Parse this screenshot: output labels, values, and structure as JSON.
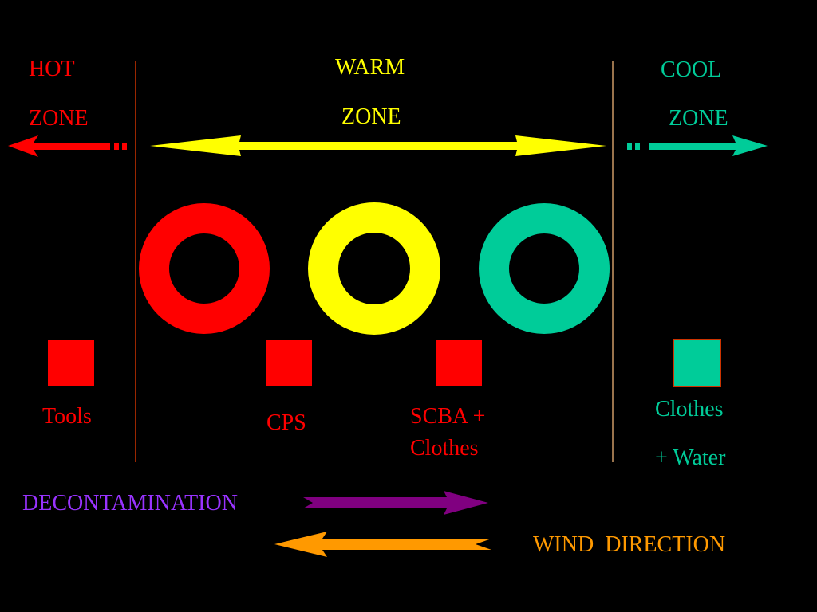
{
  "colors": {
    "background": "#000000",
    "hot": "#ff0000",
    "warm": "#ffff00",
    "cool": "#00cc99",
    "decon": "#800080",
    "decon_text": "#9933ff",
    "wind": "#ff9900",
    "divider": "#cc3300"
  },
  "zones": {
    "hot": {
      "line1": "HOT",
      "line2": "ZONE"
    },
    "warm": {
      "line1": "WARM",
      "line2": "ZONE"
    },
    "cool": {
      "line1": "COOL",
      "line2": "ZONE"
    }
  },
  "stations": {
    "tools": "Tools",
    "cps": "CPS",
    "scba_line1": "SCBA +",
    "scba_line2": "Clothes",
    "clothes_line1": "Clothes",
    "clothes_line2": "+ Water"
  },
  "decontamination": {
    "label": "DECONTAMINATION"
  },
  "wind": {
    "label": "WIND  DIRECTION"
  }
}
